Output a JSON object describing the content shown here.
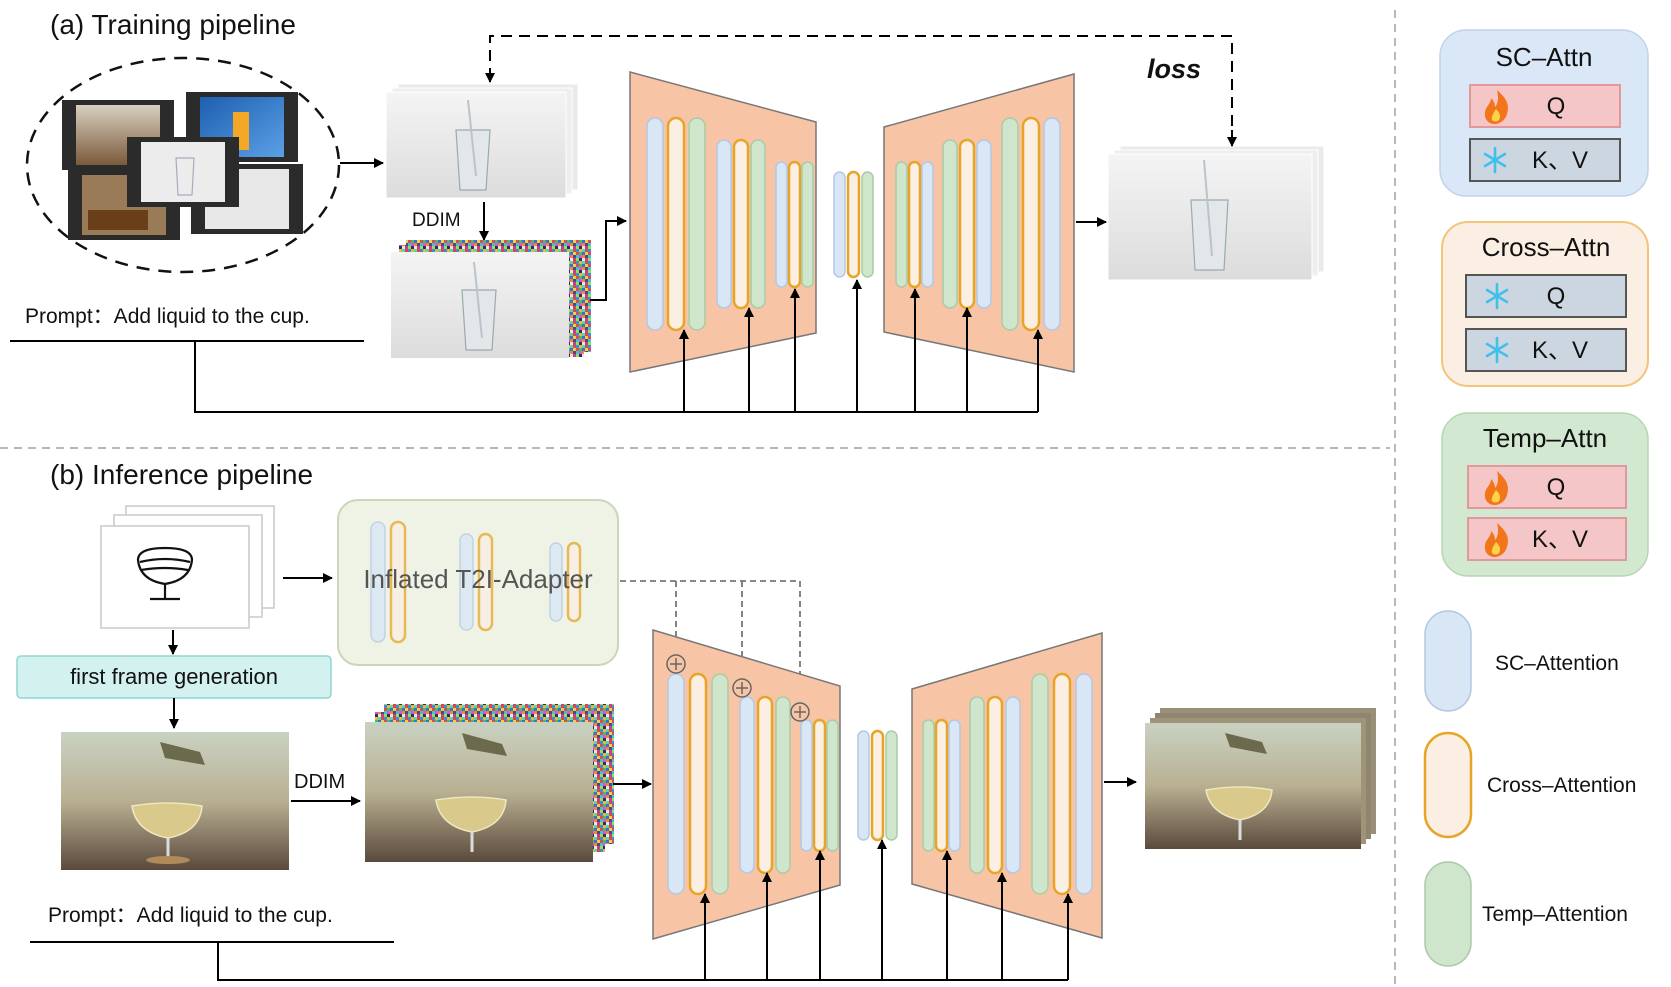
{
  "training": {
    "title": "(a)  Training pipeline",
    "ddim": "DDIM",
    "prompt": "Prompt：Add liquid to the cup.",
    "loss": "loss"
  },
  "inference": {
    "title": "(b)  Inference pipeline",
    "adapter": "Inflated T2I-Adapter",
    "first_frame": "first frame generation",
    "ddim": "DDIM",
    "prompt": "Prompt：Add liquid to the cup."
  },
  "legend": {
    "sc": {
      "title": "SC–Attn",
      "q": "Q",
      "kv": "K、V"
    },
    "cross": {
      "title": "Cross–Attn",
      "q": "Q",
      "kv": "K、V"
    },
    "temp": {
      "title": "Temp–Attn",
      "q": "Q",
      "kv": "K、V"
    },
    "sc_attention": "SC–Attention",
    "cross_attention": "Cross–Attention",
    "temp_attention": "Temp–Attention"
  },
  "colors": {
    "unet_fill": "#f7c4a5",
    "sc_bar": "#d8e6f6",
    "cross_bar_border": "#e7a527",
    "temp_bar": "#cfe5cc",
    "trainable_fill": "#f5c6c8",
    "frozen_fill": "#ccd6e0"
  },
  "icons": {
    "trainable": "flame-icon",
    "frozen": "snowflake-icon"
  }
}
